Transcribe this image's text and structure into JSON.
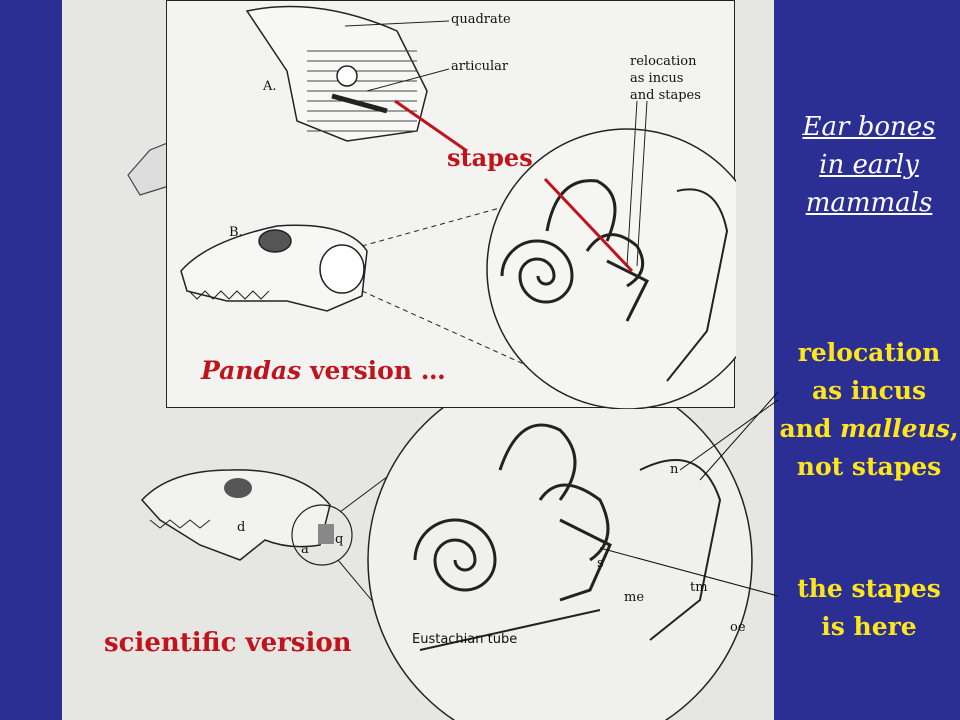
{
  "inset": {
    "label_a": "A.",
    "label_b": "B.",
    "quadrate": "quadrate",
    "articular": "articular",
    "relocation_1": "relocation",
    "relocation_2": "as incus",
    "relocation_3": "and stapes",
    "stapes": "stapes",
    "pandas_italic": "Pandas",
    "pandas_rest": " version …"
  },
  "lower": {
    "scientific": "scientific version",
    "label_d": "d",
    "label_a": "a",
    "label_q": "q",
    "label_s": "s",
    "label_me": "me",
    "label_tm": "tm",
    "label_oe": "oe",
    "label_n": "n",
    "eustachian": "Eustachian tube"
  },
  "side": {
    "title_1": "Ear bones",
    "title_2": "in early",
    "title_3": "mammals",
    "reloc_1": "relocation",
    "reloc_2": "as incus",
    "reloc_3a": "and ",
    "reloc_3b": "malleus",
    "reloc_3c": ",",
    "reloc_4": "not stapes",
    "stapes_1": "the stapes",
    "stapes_2": "is here"
  },
  "colors": {
    "background": "#2b2f94",
    "accent_red": "#c0141c",
    "yellow": "#ffe61a"
  }
}
